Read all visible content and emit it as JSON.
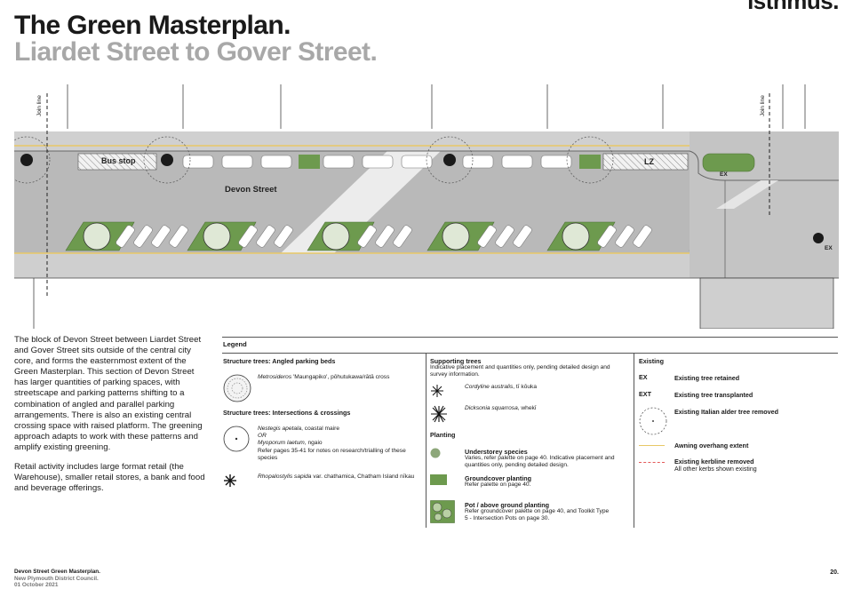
{
  "brand": "isthmus.",
  "title": {
    "line1": "The Green Masterplan.",
    "line2": "Liardet Street to Gover Street."
  },
  "plan": {
    "join_left": "Join line",
    "join_right": "Join line",
    "bus_stop": "Bus stop",
    "street_name": "Devon Street",
    "lz": "LZ",
    "ex_1": "EX",
    "ex_2": "EX"
  },
  "intro": {
    "p1": "The block of Devon Street between Liardet Street and Gover Street sits outside of the central city core, and forms the easternmost extent of the Green Masterplan. This section of Devon Street has larger quantities of parking spaces, with streetscape and parking patterns shifting to a combination of angled and parallel parking arrangements. There is also an existing central crossing space with raised platform. The greening approach adapts to work with these patterns and amplify existing greening.",
    "p2": "Retail activity includes large format retail (the Warehouse), smaller retail stores, a bank and food and beverage offerings."
  },
  "legend": {
    "title": "Legend",
    "col1": {
      "h1": "Structure trees: Angled parking beds",
      "metro_italic": "Metrosideros",
      "metro_rest": " 'Maungapiko', pōhutukawa/rātā cross",
      "h2": "Structure trees: Intersections & crossings",
      "nestegis_italic": "Nestegis apetala",
      "nestegis_rest": ", coastal maire",
      "or": "OR",
      "myoporum_italic": "Myoporum laetum",
      "myoporum_rest": ", ngaio",
      "refer_line1": "Refer pages 35-41 for notes on research/trialling of these",
      "refer_line2": "species",
      "rhopalo_italic": "Rhopalostylis sapida",
      "rhopalo_rest": " var. chathamica, Chatham Island nīkau"
    },
    "col2": {
      "h1": "Supporting trees",
      "note_line1": "Indicative placement and quantities only, pending detailed design and",
      "note_line2": "survey information.",
      "cordyline_italic": "Cordyline australis",
      "cordyline_rest": ", tī kōuka",
      "dicksonia_italic": "Dicksonia squarrosa",
      "dicksonia_rest": ", whekī",
      "h2": "Planting",
      "understorey_h": "Understorey species",
      "understorey_line1": "Varies, refer palette on page 40. Indicative placement and",
      "understorey_line2": "quantities only, pending detailed design.",
      "groundcover_h": "Groundcover planting",
      "groundcover_t": "Refer palette on page 40.",
      "pot_h": "Pot / above ground planting",
      "pot_line1": "Refer groundcover palette on page 40, and Toolkit Type",
      "pot_line2": "5 - Intersection Pots on page 30."
    },
    "col3": {
      "h": "Existing",
      "ex_code": "EX",
      "ex_label": "Existing tree retained",
      "ext_code": "EXT",
      "ext_label": "Existing tree transplanted",
      "alder_label": "Existing Italian alder tree removed",
      "awning_label": "Awning overhang extent",
      "kerb_label": "Existing kerbline removed",
      "kerb_note": "All other kerbs shown existing"
    }
  },
  "footer": {
    "line1": "Devon Street Green Masterplan.",
    "line2": "New Plymouth District Council.",
    "line3": "01 October 2021"
  },
  "page_number": "20.",
  "colors": {
    "green": "#6d9a4e",
    "awning": "#e8c867",
    "kerb_removed": "#e45a5a",
    "title_grey": "#a8a8a8"
  }
}
